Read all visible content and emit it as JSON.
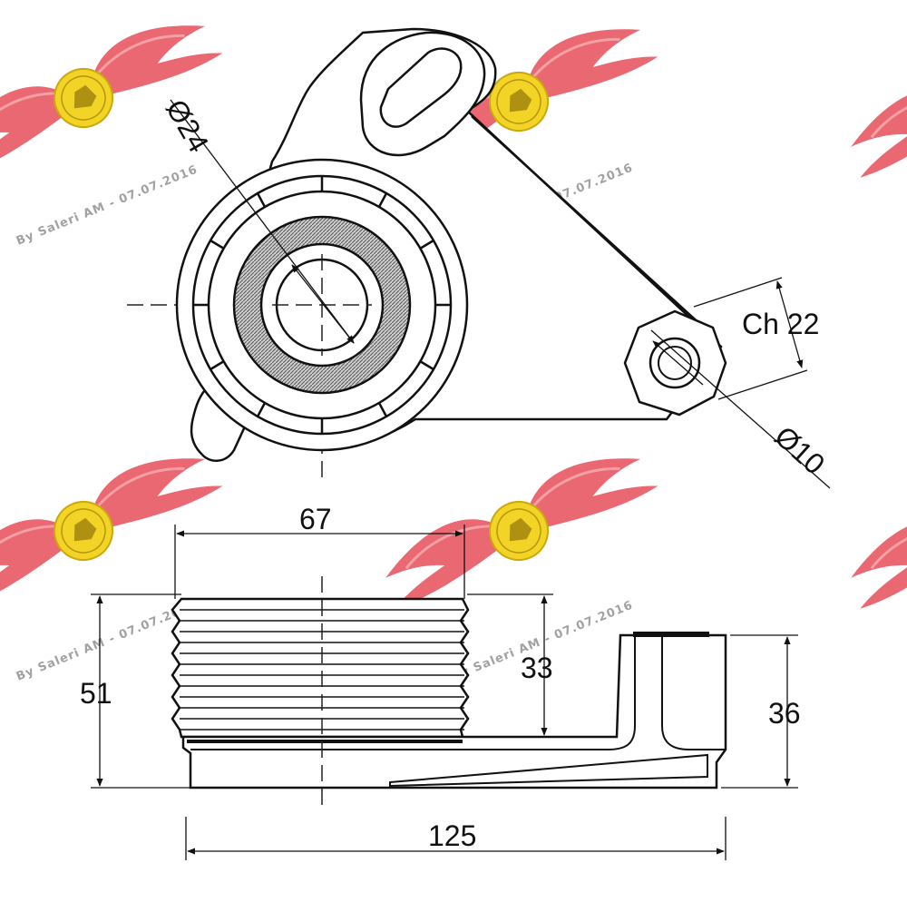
{
  "diagram": {
    "top_view": {
      "dim_bore": "Ø24",
      "dim_hex": "Ch 22",
      "dim_hole": "Ø10"
    },
    "side_view": {
      "dim_pulley_width": "67",
      "dim_total_height": "51",
      "dim_pulley_height": "33",
      "dim_bracket_height": "36",
      "dim_total_length": "125"
    }
  },
  "watermark": {
    "text": "By Saleri AM - 07.07.2016",
    "logo_colors": {
      "wing": "#e8606a",
      "badge": "#f1d21a"
    }
  }
}
